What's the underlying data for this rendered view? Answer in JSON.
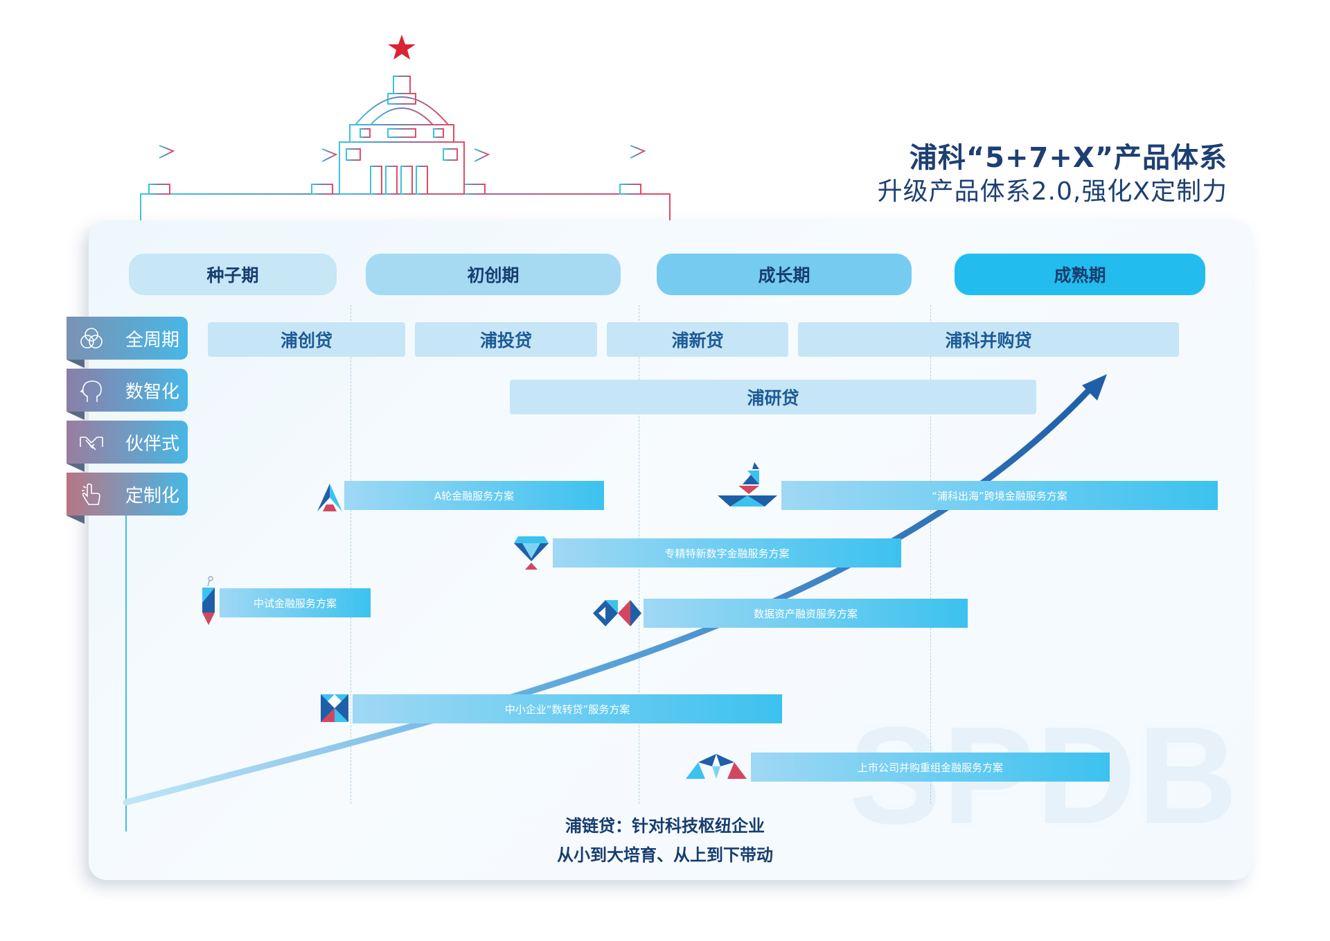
{
  "title": {
    "main": "浦科“5+7+X”产品体系",
    "sub": "升级产品体系2.0,强化X定制力"
  },
  "stages": [
    "种子期",
    "初创期",
    "成长期",
    "成熟期"
  ],
  "products": {
    "row1": [
      "浦创贷",
      "浦投贷",
      "浦新贷",
      "浦科并购贷"
    ],
    "row2": "浦研贷"
  },
  "side_tabs": [
    {
      "label": "全周期",
      "icon": "rings-icon"
    },
    {
      "label": "数智化",
      "icon": "brain-head-icon"
    },
    {
      "label": "伙伴式",
      "icon": "handshake-icon"
    },
    {
      "label": "定制化",
      "icon": "hand-pointer-icon"
    }
  ],
  "solutions": [
    {
      "label": "A轮金融服务方案",
      "icon": "tangram-a-icon"
    },
    {
      "label": "“浦科出海”跨境金融服务方案",
      "icon": "tangram-boat-icon"
    },
    {
      "label": "专精特新数字金融服务方案",
      "icon": "tangram-diamond-icon"
    },
    {
      "label": "中试金融服务方案",
      "icon": "tangram-pencil-icon"
    },
    {
      "label": "数据资产融资服务方案",
      "icon": "tangram-fish-icon"
    },
    {
      "label": "中小企业“数转贷”服务方案",
      "icon": "tangram-square-icon"
    },
    {
      "label": "上市公司并购重组金融服务方案",
      "icon": "tangram-bridge-icon"
    }
  ],
  "footer": {
    "line1": "浦链贷：针对科技枢纽企业",
    "line2": "从小到大培育、从上到下带动"
  },
  "watermark": "SPDB",
  "colors": {
    "navy": "#173d6f",
    "accent_blue": "#27c0ef",
    "arrow_dark": "#1f5fa8",
    "arrow_light": "#bfe6f8",
    "star_red": "#d92532",
    "axis_teal": "#3fbfd8",
    "axis_red": "#e0525e"
  }
}
